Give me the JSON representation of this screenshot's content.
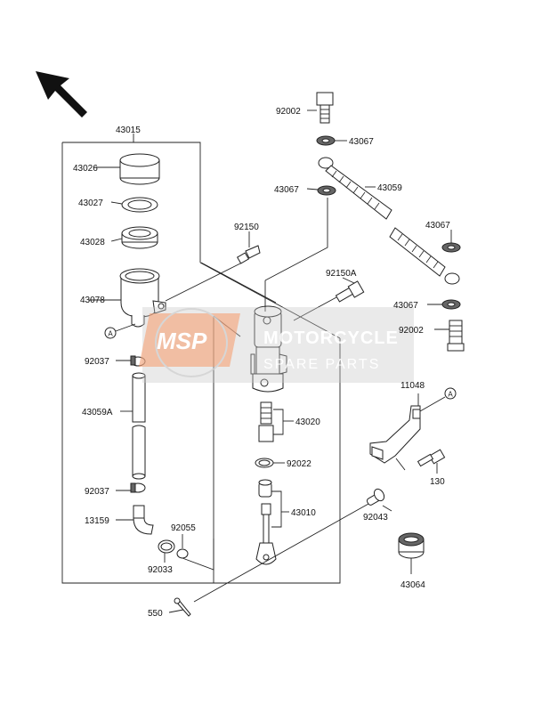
{
  "diagram": {
    "labels": {
      "p43015": "43015",
      "p43026": "43026",
      "p43027": "43027",
      "p43028": "43028",
      "p43078": "43078",
      "p92037a": "92037",
      "p43059A": "43059A",
      "p92037b": "92037",
      "p13159": "13159",
      "p92055": "92055",
      "p92033": "92033",
      "p550": "550",
      "p92150": "92150",
      "p92150A": "92150A",
      "p43020": "43020",
      "p92022": "92022",
      "p43010": "43010",
      "p92043": "92043",
      "p92002a": "92002",
      "p43067a": "43067",
      "p43067b": "43067",
      "p43059": "43059",
      "p43067c": "43067",
      "p43067d": "43067",
      "p92002b": "92002",
      "p11048": "11048",
      "p130": "130",
      "p43064": "43064",
      "refA1": "A",
      "refA2": "A"
    },
    "watermark": {
      "logo": "MSP",
      "line1": "MOTORCYCLE",
      "line2": "SPARE PARTS"
    },
    "colors": {
      "line": "#222222",
      "watermark_orange": "#f3a37a",
      "watermark_gray": "#c8c8c8"
    },
    "icons": {
      "direction": "front-arrow-icon"
    }
  }
}
